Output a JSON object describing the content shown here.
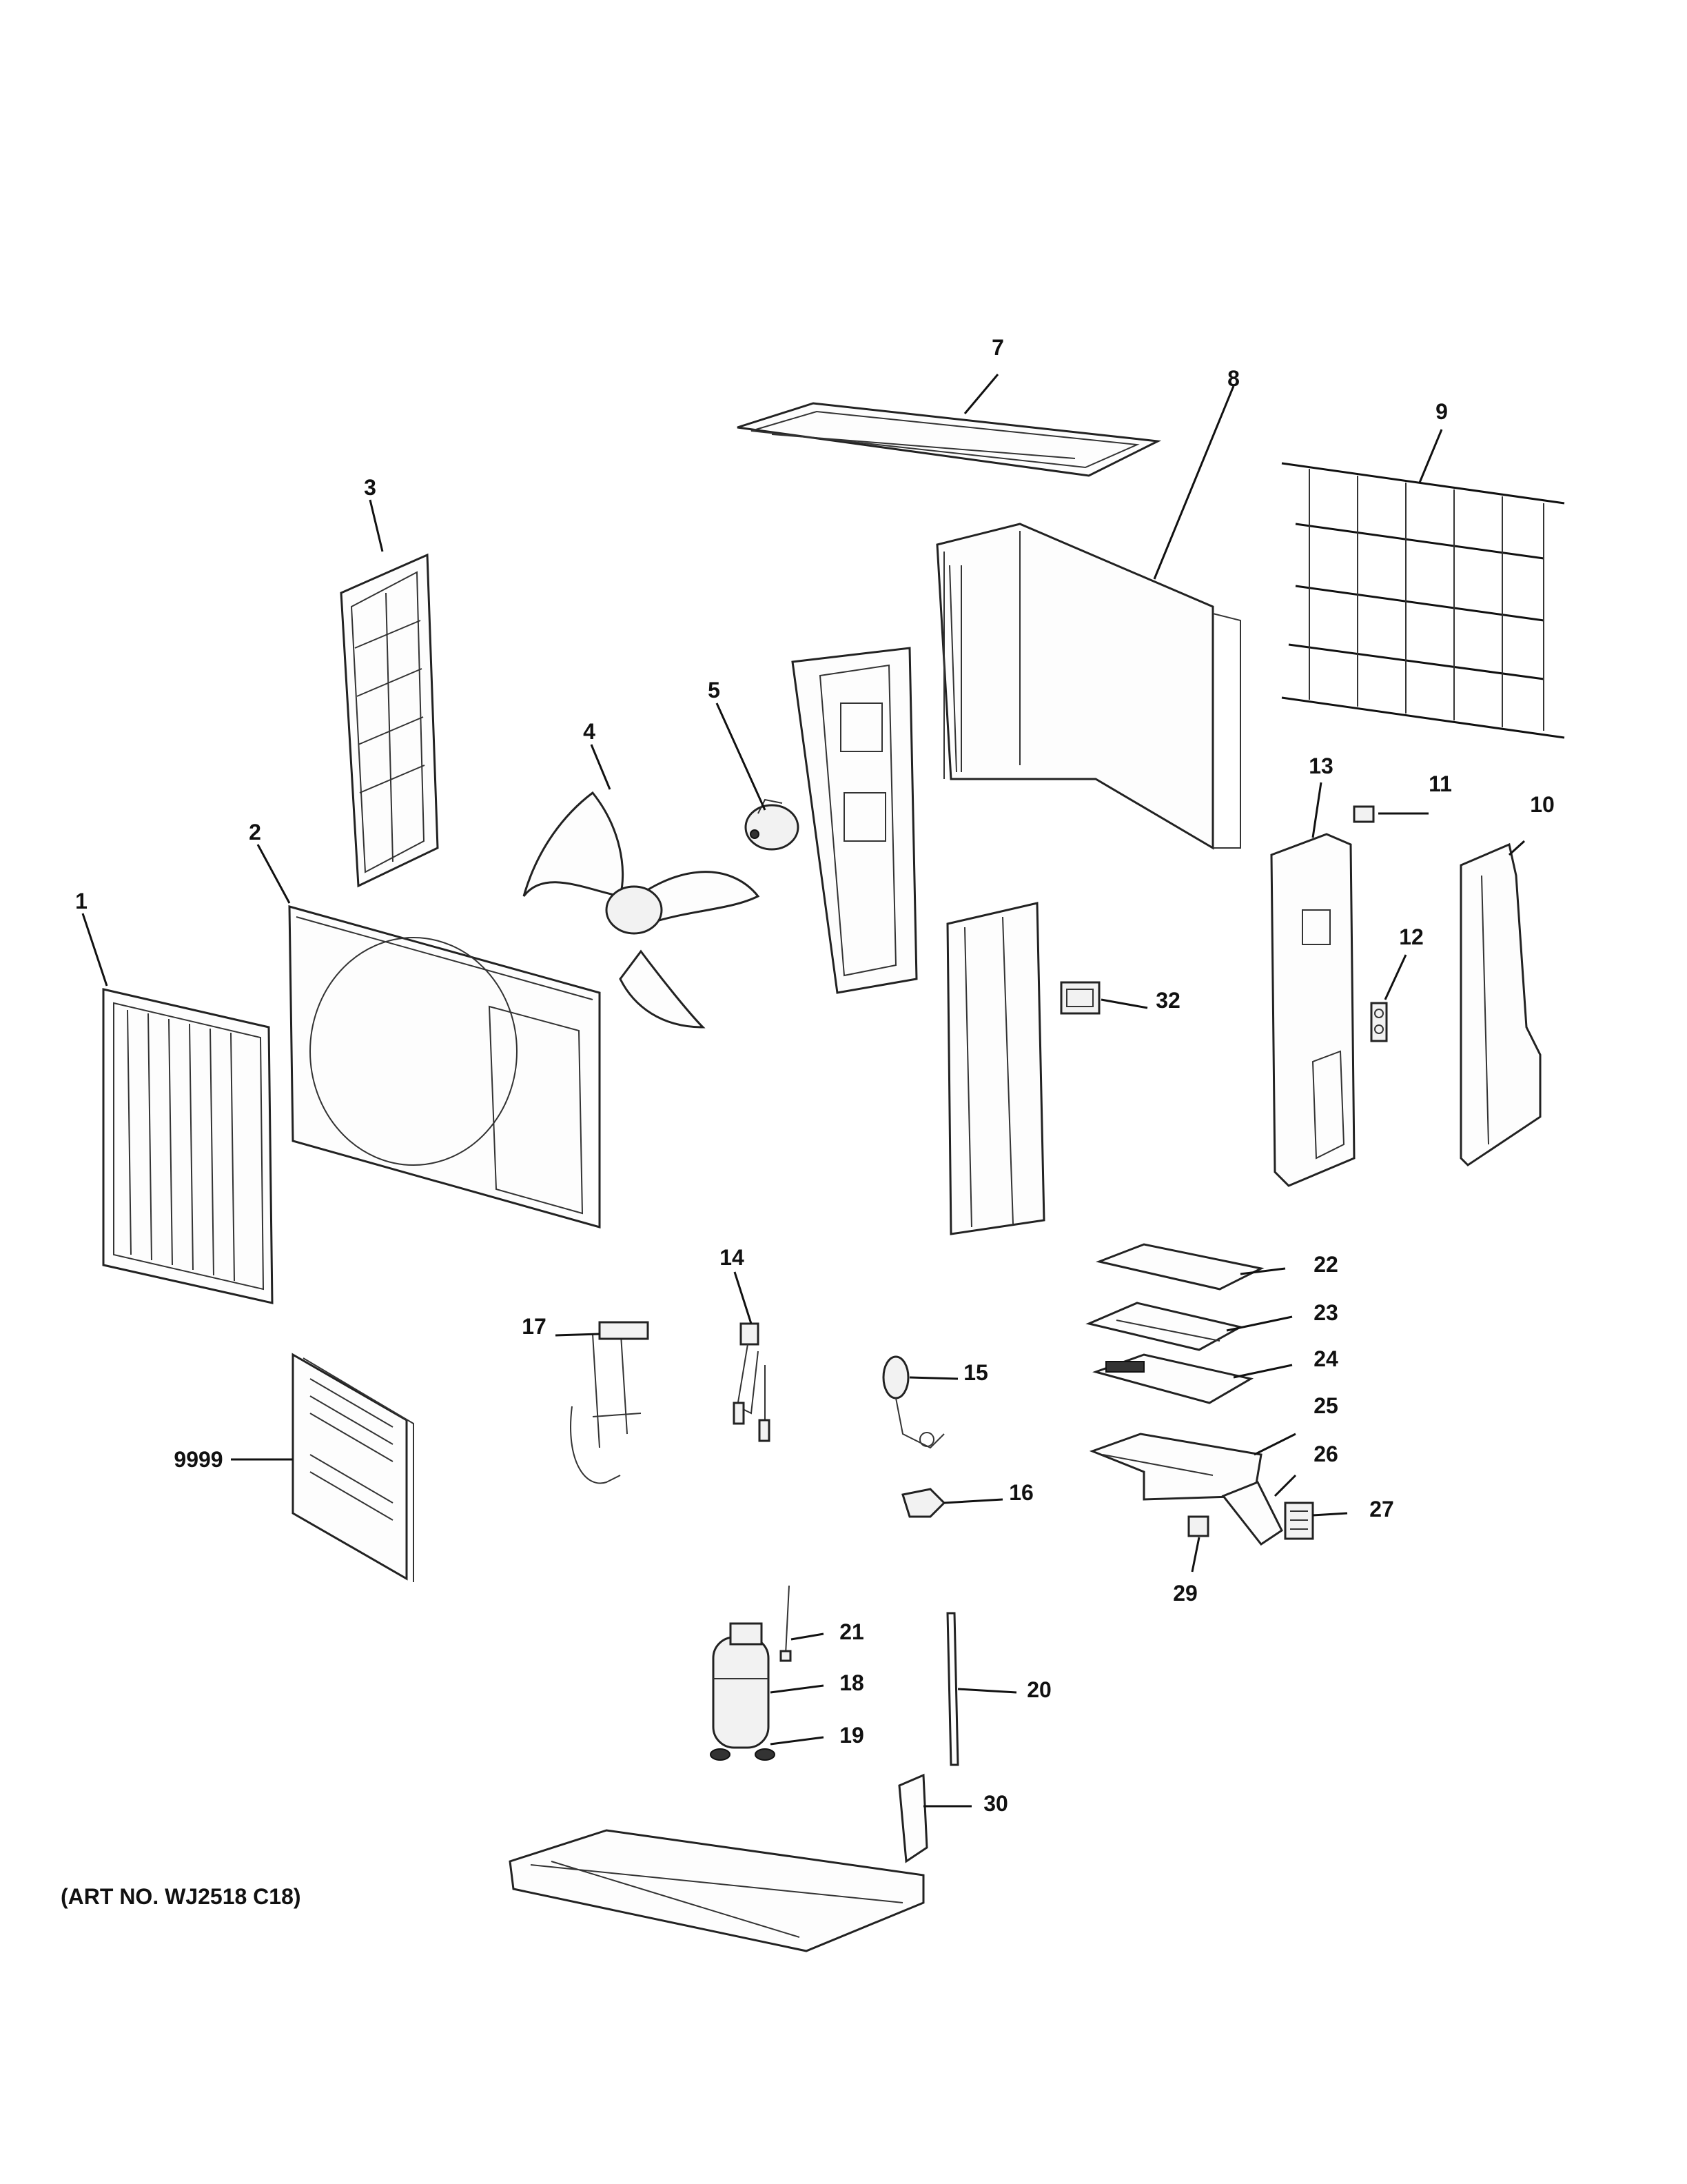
{
  "art_number": "(ART NO. WJ2518 C18)",
  "callouts": {
    "p1": "1",
    "p2": "2",
    "p3": "3",
    "p4": "4",
    "p5": "5",
    "p7": "7",
    "p8": "8",
    "p9": "9",
    "p10": "10",
    "p11": "11",
    "p12": "12",
    "p13": "13",
    "p14": "14",
    "p15": "15",
    "p16": "16",
    "p17": "17",
    "p18": "18",
    "p19": "19",
    "p20": "20",
    "p21": "21",
    "p22": "22",
    "p23": "23",
    "p24": "24",
    "p25": "25",
    "p26": "26",
    "p27": "27",
    "p29": "29",
    "p30": "30",
    "p32": "32",
    "p9999": "9999"
  }
}
